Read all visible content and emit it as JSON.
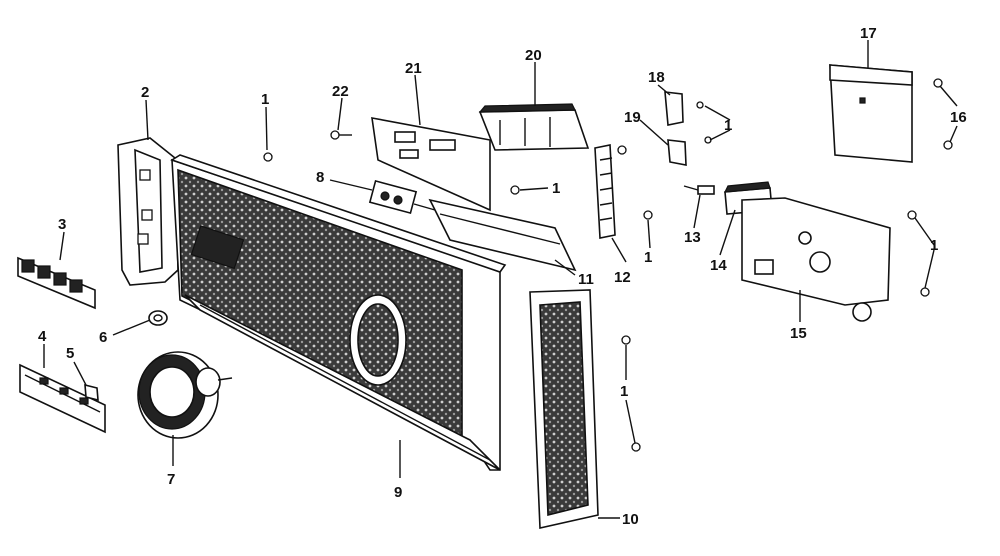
{
  "labels": {
    "l1a": "1",
    "l1b": "1",
    "l1c": "1",
    "l1d": "1",
    "l1e": "1",
    "l1f": "1",
    "l2": "2",
    "l3": "3",
    "l4": "4",
    "l5": "5",
    "l6": "6",
    "l7": "7",
    "l8": "8",
    "l9": "9",
    "l10": "10",
    "l11": "11",
    "l12": "12",
    "l13": "13",
    "l14": "14",
    "l15": "15",
    "l16": "16",
    "l17": "17",
    "l18": "18",
    "l19": "19",
    "l20": "20",
    "l21": "21",
    "l22": "22"
  }
}
